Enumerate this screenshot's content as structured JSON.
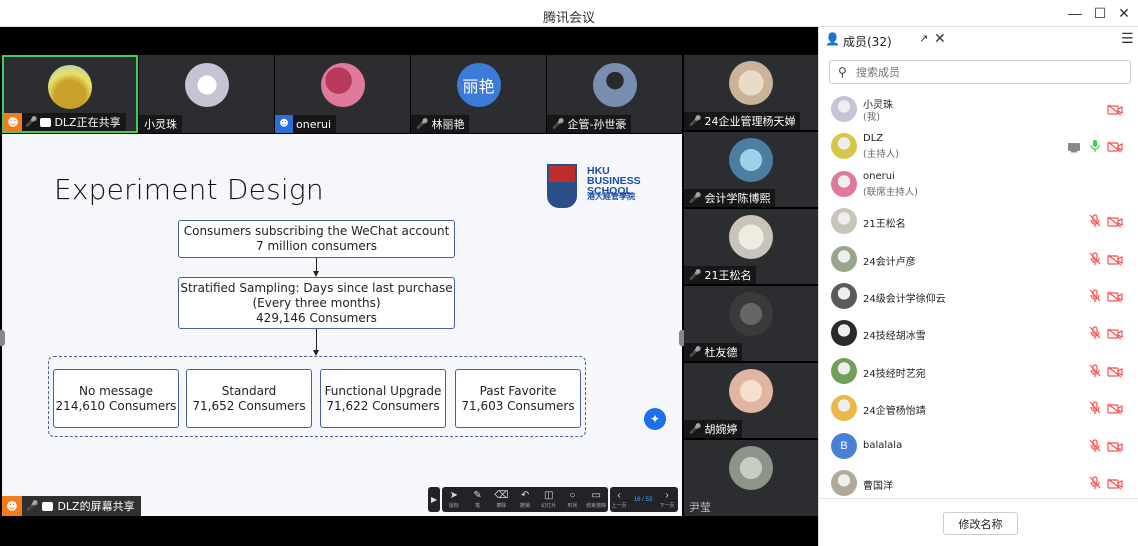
{
  "window": {
    "title": "腾讯会议",
    "controls": [
      "minimize",
      "maximize",
      "close"
    ]
  },
  "gallery": [
    {
      "name": "DLZ正在共享",
      "avatar_color": "#d7c64a",
      "sharing": true,
      "mic": "on"
    },
    {
      "name": "小灵珠",
      "avatar_color": "#c7c3d4",
      "mic": "none"
    },
    {
      "name": "onerui",
      "avatar_color": "#e07a9b",
      "mic": "none"
    },
    {
      "name": "林丽艳",
      "avatar_text": "丽艳",
      "avatar_color": "#3d7bd8",
      "mic": "off"
    },
    {
      "name": "企管-孙世豪",
      "avatar_color": "#7a8fb0",
      "mic": "off"
    },
    {
      "name": "24企业管理杨天婵",
      "avatar_color": "#c9b39a",
      "mic": "off"
    }
  ],
  "video_column": [
    {
      "name": "会计学陈博熙",
      "avatar_color": "#4a7fa0",
      "mic": "off"
    },
    {
      "name": "21王松名",
      "avatar_color": "#c9c4b9",
      "mic": "off"
    },
    {
      "name": "杜友德",
      "avatar_color": "#3a3a3a",
      "mic": "off"
    },
    {
      "name": "胡婉婷",
      "avatar_color": "#e0b6a2",
      "mic": "off"
    },
    {
      "name": "尹莹",
      "avatar_color": "#8d9488",
      "mic": "off"
    }
  ],
  "slide": {
    "title": "Experiment Design",
    "logo_line1": "HKU",
    "logo_line2": "BUSINESS",
    "logo_line3": "SCHOOL",
    "logo_chinese": "港大經管學院",
    "box1_line1": "Consumers subscribing the WeChat account",
    "box1_line2": "7 million consumers",
    "box2_line1": "Stratified Sampling: Days since last purchase",
    "box2_line2": "(Every three months)",
    "box2_line3": "429,146 Consumers",
    "groups": [
      {
        "label": "No message",
        "count": "214,610 Consumers"
      },
      {
        "label": "Standard",
        "count": "71,652 Consumers"
      },
      {
        "label": "Functional Upgrade",
        "count": "71,622 Consumers"
      },
      {
        "label": "Past Favorite",
        "count": "71,603 Consumers"
      }
    ],
    "page_indicator": "16 / 53"
  },
  "share_tag": {
    "label": "DLZ的屏幕共享"
  },
  "toolbar": {
    "tools": [
      {
        "icon": "cursor-icon",
        "label": "鼠标"
      },
      {
        "icon": "pen-icon",
        "label": "笔"
      },
      {
        "icon": "eraser-icon",
        "label": "擦除"
      },
      {
        "icon": "undo-icon",
        "label": "撤销"
      },
      {
        "icon": "slide-icon",
        "label": "幻灯片"
      },
      {
        "icon": "shape-icon",
        "label": "形状"
      },
      {
        "icon": "end-icon",
        "label": "结束放映"
      }
    ],
    "prev_label": "上一页",
    "next_label": "下一页"
  },
  "members_panel": {
    "title": "成员(32)",
    "search_placeholder": "搜索成员",
    "rename_label": "修改名称",
    "members": [
      {
        "name": "小灵珠",
        "sub": "(我)",
        "avatar_color": "#c7c3d4",
        "mic": "none",
        "cam": "off"
      },
      {
        "name": "DLZ",
        "sub": "(主持人)",
        "avatar_color": "#d7c64a",
        "mic": "on",
        "cam": "off",
        "share": true
      },
      {
        "name": "onerui",
        "sub": "(联席主持人)",
        "avatar_color": "#e07a9b",
        "mic": "none",
        "cam": "none"
      },
      {
        "name": "21王松名",
        "sub": "",
        "avatar_color": "#c9c4b9",
        "mic": "off",
        "cam": "off"
      },
      {
        "name": "24会计卢彦",
        "sub": "",
        "avatar_color": "#9aa58e",
        "mic": "off",
        "cam": "off"
      },
      {
        "name": "24级会计学徐仰云",
        "sub": "",
        "avatar_color": "#5a5a5a",
        "mic": "off",
        "cam": "off"
      },
      {
        "name": "24技经胡冰雪",
        "sub": "",
        "avatar_color": "#2b2b2b",
        "mic": "off",
        "cam": "off"
      },
      {
        "name": "24技经时艺宛",
        "sub": "",
        "avatar_color": "#6fa05a",
        "mic": "off",
        "cam": "off"
      },
      {
        "name": "24企管杨怡靖",
        "sub": "",
        "avatar_color": "#e9b84a",
        "mic": "off",
        "cam": "off"
      },
      {
        "name": "balalala",
        "sub": "",
        "avatar_text": "B",
        "avatar_color": "#4a7fd6",
        "mic": "off",
        "cam": "off"
      },
      {
        "name": "曹国洋",
        "sub": "",
        "avatar_color": "#b0a898",
        "mic": "off",
        "cam": "off"
      }
    ]
  },
  "colors": {
    "accent_blue": "#1e6fe8",
    "active_border": "#3ecf5a",
    "mic_off_red": "#ff4d4f",
    "share_orange": "#f27c1d"
  }
}
